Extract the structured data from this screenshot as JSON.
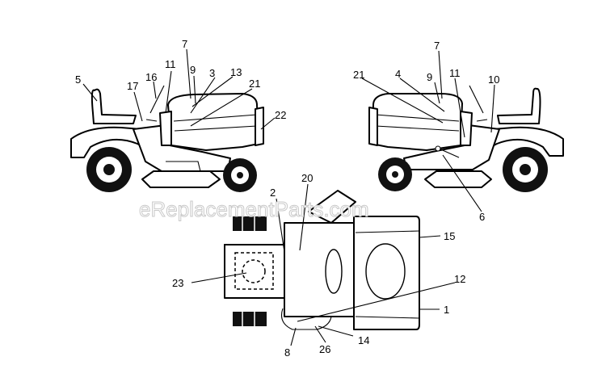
{
  "watermark": "eReplacementParts.com",
  "callouts": {
    "c1": "1",
    "c2": "2",
    "c3": "3",
    "c4": "4",
    "c5": "5",
    "c6": "6",
    "c7a": "7",
    "c7b": "7",
    "c8": "8",
    "c9a": "9",
    "c9b": "9",
    "c10": "10",
    "c11a": "11",
    "c11b": "11",
    "c12": "12",
    "c13": "13",
    "c14": "14",
    "c15": "15",
    "c16": "16",
    "c17": "17",
    "c20": "20",
    "c21a": "21",
    "c21b": "21",
    "c22": "22",
    "c23": "23",
    "c26": "26"
  }
}
